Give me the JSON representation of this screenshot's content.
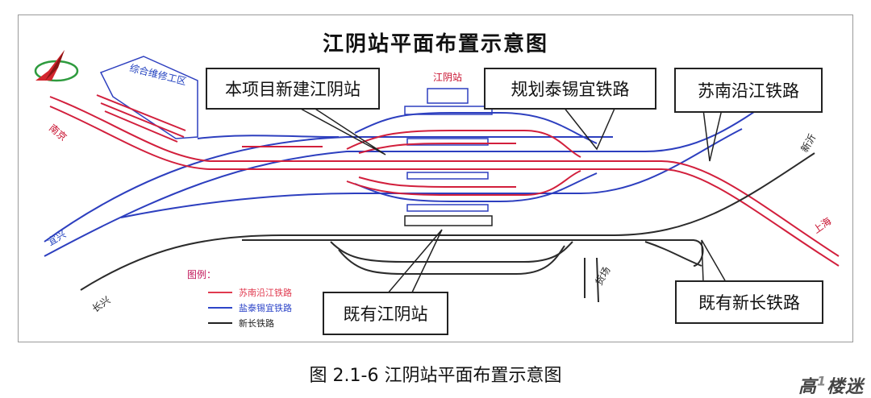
{
  "title": "江阴站平面布置示意图",
  "caption": "图 2.1-6 江阴站平面布置示意图",
  "callouts": {
    "new_station": "本项目新建江阴站",
    "taixiyi": "规划泰锡宜铁路",
    "sunan": "苏南沿江铁路",
    "existing_station": "既有江阴站",
    "xinchang": "既有新长铁路"
  },
  "labels": {
    "station_name": "江阴站",
    "depot": "综合维修工区",
    "nanjing": "南京",
    "yixing": "宜兴",
    "changxing": "长兴",
    "shanghai": "上海",
    "xinyi": "新沂",
    "freight": "货场"
  },
  "legend": {
    "title": "图例：",
    "items": [
      {
        "label": "苏南沿江铁路",
        "color": "#e03a4f"
      },
      {
        "label": "盐泰锡宜铁路",
        "color": "#2d45c8"
      },
      {
        "label": "新长铁路",
        "color": "#222222"
      }
    ]
  },
  "watermark": "高楼迷",
  "colors": {
    "red": "#d21f3c",
    "blue": "#2d3fbf",
    "black": "#2b2b2b",
    "pink_label": "#c2185b"
  }
}
